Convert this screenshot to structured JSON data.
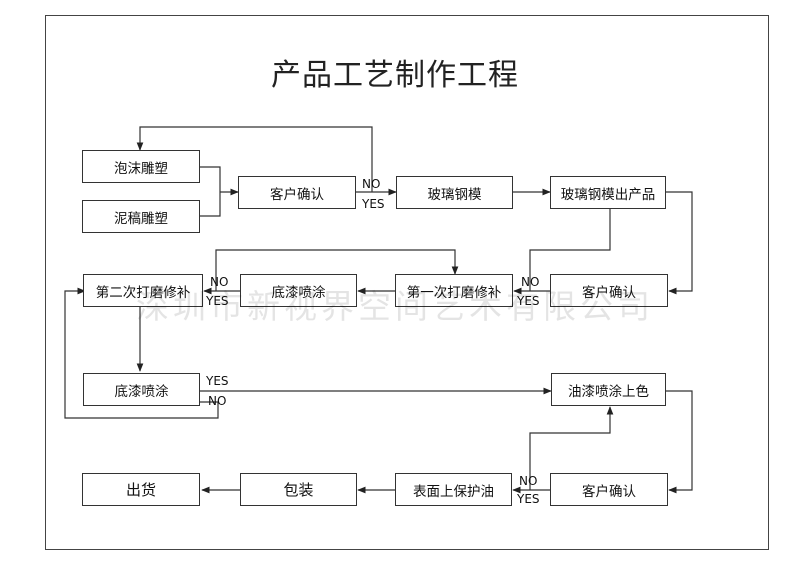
{
  "title": "产品工艺制作工程",
  "watermark": "深圳市新视界空间艺术有限公司",
  "nodes": {
    "foam": "泡沫雕塑",
    "clay": "泥稿雕塑",
    "confirm1": "客户确认",
    "mold": "玻璃钢模",
    "product": "玻璃钢模出产品",
    "confirm2": "客户确认",
    "sand1": "第一次打磨修补",
    "primer1": "底漆喷涂",
    "sand2": "第二次打磨修补",
    "primer2": "底漆喷涂",
    "paint": "油漆喷涂上色",
    "confirm3": "客户确认",
    "protect": "表面上保护油",
    "pack": "包装",
    "ship": "出货"
  },
  "labels": {
    "no": "NO",
    "yes": "YES"
  }
}
